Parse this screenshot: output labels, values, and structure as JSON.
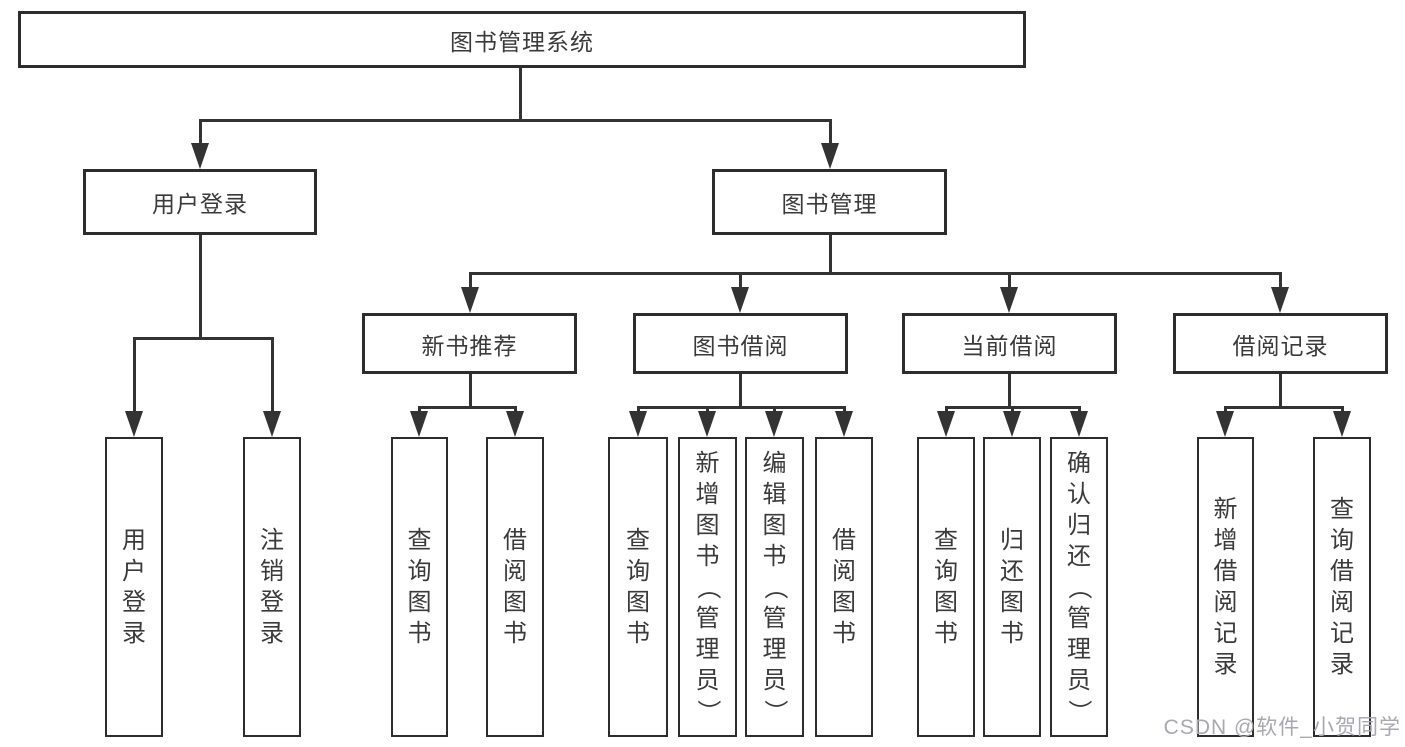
{
  "diagram": {
    "root": "图书管理系统",
    "level2": {
      "user_login": "用户登录",
      "book_mgmt": "图书管理"
    },
    "level3": {
      "new_book_rec": "新书推荐",
      "book_borrow": "图书借阅",
      "current_borrow": "当前借阅",
      "borrow_records": "借阅记录"
    },
    "leaves": {
      "login_user": "用户登录",
      "login_logout": "注销登录",
      "rec_query": "查询图书",
      "rec_borrow": "借阅图书",
      "bb_query": "查询图书",
      "bb_add": "新增图书（管理员）",
      "bb_edit": "编辑图书（管理员）",
      "bb_borrow": "借阅图书",
      "cur_query": "查询图书",
      "cur_return": "归还图书",
      "cur_confirm": "确认归还（管理员）",
      "rr_add": "新增借阅记录",
      "rr_query": "查询借阅记录"
    }
  },
  "watermark": "CSDN @软件_小贺同学",
  "colors": {
    "line": "#333333",
    "box_border": "#2d2d2d",
    "text": "#3a3a3a",
    "watermark": "#a8a8b0",
    "background": "#ffffff"
  }
}
